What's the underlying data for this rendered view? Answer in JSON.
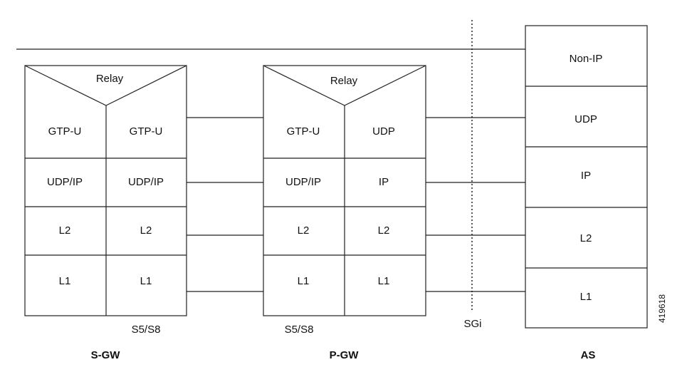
{
  "sgw": {
    "title": "S-GW",
    "relay": "Relay",
    "left": [
      "GTP-U",
      "UDP/IP",
      "L2",
      "L1"
    ],
    "right": [
      "GTP-U",
      "UDP/IP",
      "L2",
      "L1"
    ],
    "interface": "S5/S8"
  },
  "pgw": {
    "title": "P-GW",
    "relay": "Relay",
    "left": [
      "GTP-U",
      "UDP/IP",
      "L2",
      "L1"
    ],
    "right": [
      "UDP",
      "IP",
      "L2",
      "L1"
    ],
    "interface": "S5/S8"
  },
  "as": {
    "title": "AS",
    "layers": [
      "Non-IP",
      "UDP",
      "IP",
      "L2",
      "L1"
    ]
  },
  "sgi": {
    "label": "SGi"
  },
  "figure_id": "419618"
}
